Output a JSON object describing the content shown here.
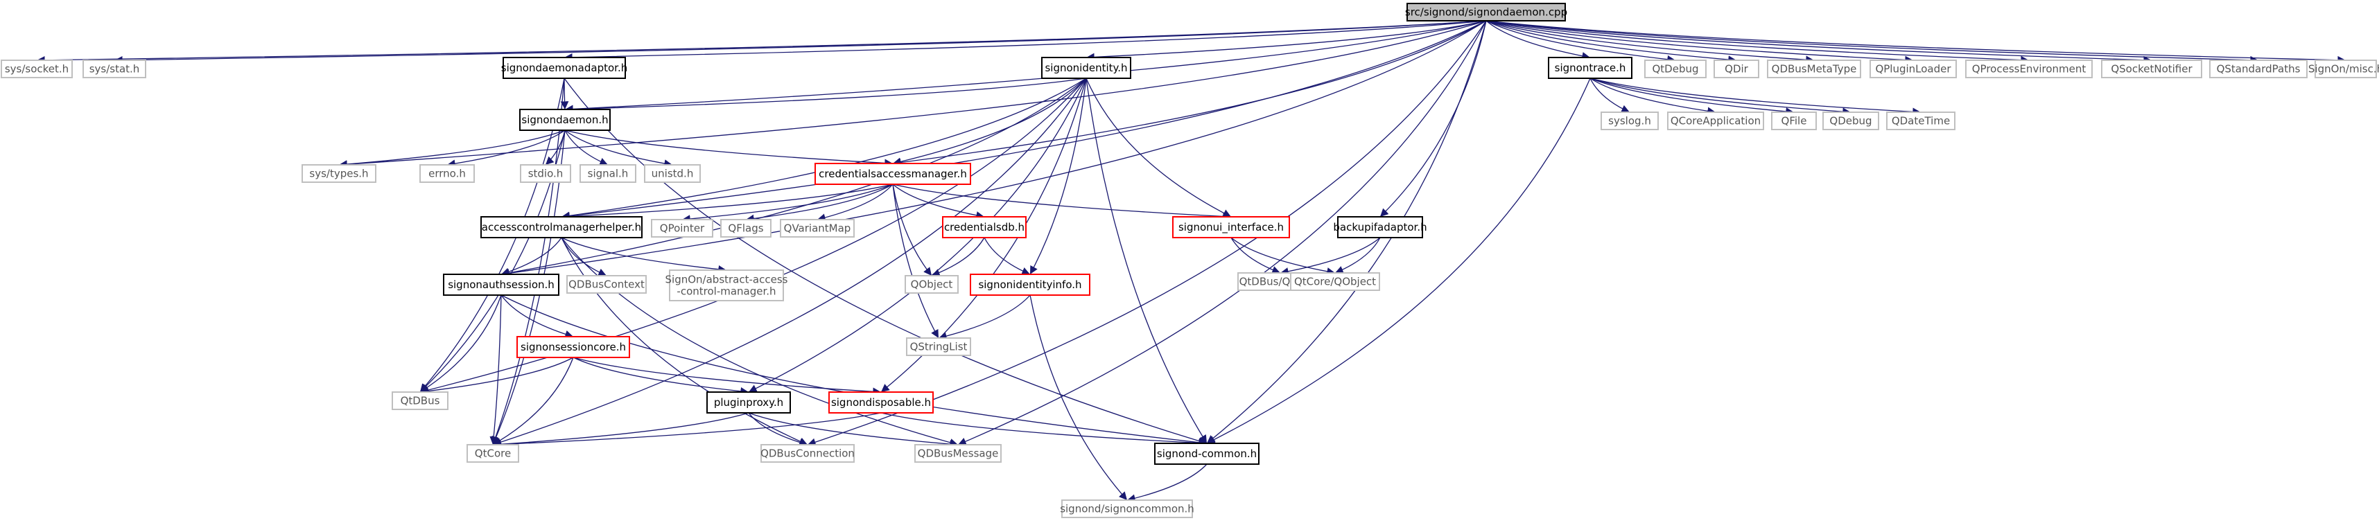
{
  "colors": {
    "edge": "#191970",
    "root_fill": "#bfbfbf",
    "local_border": "#000000",
    "external_border": "#bfbfbf",
    "incomplete_border": "#ff0000"
  },
  "nodes": [
    {
      "id": "root",
      "label": "src/signond/signondaemon.cpp",
      "kind": "root"
    },
    {
      "id": "sys_socket",
      "label": "sys/socket.h",
      "kind": "ext"
    },
    {
      "id": "sys_stat",
      "label": "sys/stat.h",
      "kind": "ext"
    },
    {
      "id": "daemonadaptor",
      "label": "signondaemonadaptor.h",
      "kind": "local"
    },
    {
      "id": "identity",
      "label": "signonidentity.h",
      "kind": "local"
    },
    {
      "id": "trace",
      "label": "signontrace.h",
      "kind": "local"
    },
    {
      "id": "qtdebug",
      "label": "QtDebug",
      "kind": "ext"
    },
    {
      "id": "qdir",
      "label": "QDir",
      "kind": "ext"
    },
    {
      "id": "qdbusmetatype",
      "label": "QDBusMetaType",
      "kind": "ext"
    },
    {
      "id": "qpluginloader",
      "label": "QPluginLoader",
      "kind": "ext"
    },
    {
      "id": "qprocenv",
      "label": "QProcessEnvironment",
      "kind": "ext"
    },
    {
      "id": "qsocketnotifier",
      "label": "QSocketNotifier",
      "kind": "ext"
    },
    {
      "id": "qstandardpaths",
      "label": "QStandardPaths",
      "kind": "ext"
    },
    {
      "id": "signonmisc",
      "label": "SignOn/misc.h",
      "kind": "ext"
    },
    {
      "id": "daemon",
      "label": "signondaemon.h",
      "kind": "local"
    },
    {
      "id": "syslog",
      "label": "syslog.h",
      "kind": "ext"
    },
    {
      "id": "qcoreapp",
      "label": "QCoreApplication",
      "kind": "ext"
    },
    {
      "id": "qfile",
      "label": "QFile",
      "kind": "ext"
    },
    {
      "id": "qdebug",
      "label": "QDebug",
      "kind": "ext"
    },
    {
      "id": "qdatetime",
      "label": "QDateTime",
      "kind": "ext"
    },
    {
      "id": "sys_types",
      "label": "sys/types.h",
      "kind": "ext"
    },
    {
      "id": "errno",
      "label": "errno.h",
      "kind": "ext"
    },
    {
      "id": "stdio",
      "label": "stdio.h",
      "kind": "ext"
    },
    {
      "id": "signal",
      "label": "signal.h",
      "kind": "ext"
    },
    {
      "id": "unistd",
      "label": "unistd.h",
      "kind": "ext"
    },
    {
      "id": "credmgr",
      "label": "credentialsaccessmanager.h",
      "kind": "red"
    },
    {
      "id": "acm",
      "label": "accesscontrolmanagerhelper.h",
      "kind": "local"
    },
    {
      "id": "qpointer",
      "label": "QPointer",
      "kind": "ext"
    },
    {
      "id": "qflags",
      "label": "QFlags",
      "kind": "ext"
    },
    {
      "id": "qvariantmap",
      "label": "QVariantMap",
      "kind": "ext"
    },
    {
      "id": "creddb",
      "label": "credentialsdb.h",
      "kind": "red"
    },
    {
      "id": "ui_iface",
      "label": "signonui_interface.h",
      "kind": "red"
    },
    {
      "id": "backup",
      "label": "backupifadaptor.h",
      "kind": "local"
    },
    {
      "id": "qdbus_qdbus",
      "label": "QtDBus/QtDBus",
      "kind": "ext"
    },
    {
      "id": "qtcore_qobject",
      "label": "QtCore/QObject",
      "kind": "ext"
    },
    {
      "id": "authsession",
      "label": "signonauthsession.h",
      "kind": "local"
    },
    {
      "id": "qdbuscontext",
      "label": "QDBusContext",
      "kind": "ext"
    },
    {
      "id": "abstract_acm",
      "label": "SignOn/abstract-access-control-manager.h",
      "lines": [
        "SignOn/abstract-access",
        "-control-manager.h"
      ],
      "kind": "ext"
    },
    {
      "id": "qobject",
      "label": "QObject",
      "kind": "ext"
    },
    {
      "id": "identityinfo",
      "label": "signonidentityinfo.h",
      "kind": "red"
    },
    {
      "id": "qstringlist",
      "label": "QStringList",
      "kind": "ext"
    },
    {
      "id": "sessioncore",
      "label": "signonsessioncore.h",
      "kind": "red"
    },
    {
      "id": "qtdbus",
      "label": "QtDBus",
      "kind": "ext"
    },
    {
      "id": "pluginproxy",
      "label": "pluginproxy.h",
      "kind": "local"
    },
    {
      "id": "disposable",
      "label": "signondisposable.h",
      "kind": "red"
    },
    {
      "id": "qtcore",
      "label": "QtCore",
      "kind": "ext"
    },
    {
      "id": "qdbusconnection",
      "label": "QDBusConnection",
      "kind": "ext"
    },
    {
      "id": "qdbusmessage",
      "label": "QDBusMessage",
      "kind": "ext"
    },
    {
      "id": "common",
      "label": "signond-common.h",
      "kind": "local"
    },
    {
      "id": "signoncommon",
      "label": "signond/signoncommon.h",
      "kind": "ext"
    }
  ],
  "edges": [
    [
      "root",
      "sys_socket"
    ],
    [
      "root",
      "sys_stat"
    ],
    [
      "root",
      "daemonadaptor"
    ],
    [
      "root",
      "identity"
    ],
    [
      "root",
      "trace"
    ],
    [
      "root",
      "qtdebug"
    ],
    [
      "root",
      "qdir"
    ],
    [
      "root",
      "qdbusmetatype"
    ],
    [
      "root",
      "qpluginloader"
    ],
    [
      "root",
      "qprocenv"
    ],
    [
      "root",
      "qsocketnotifier"
    ],
    [
      "root",
      "qstandardpaths"
    ],
    [
      "root",
      "signonmisc"
    ],
    [
      "root",
      "daemon"
    ],
    [
      "root",
      "sys_types"
    ],
    [
      "root",
      "backup"
    ],
    [
      "root",
      "acm"
    ],
    [
      "root",
      "credmgr"
    ],
    [
      "root",
      "authsession"
    ],
    [
      "root",
      "common"
    ],
    [
      "root",
      "qdbusconnection"
    ],
    [
      "root",
      "qdbusmessage"
    ],
    [
      "daemonadaptor",
      "daemon"
    ],
    [
      "daemonadaptor",
      "qtdbus"
    ],
    [
      "daemonadaptor",
      "qtcore"
    ],
    [
      "daemonadaptor",
      "common"
    ],
    [
      "identity",
      "daemon"
    ],
    [
      "identity",
      "credmgr"
    ],
    [
      "identity",
      "ui_iface"
    ],
    [
      "identity",
      "identityinfo"
    ],
    [
      "identity",
      "disposable"
    ],
    [
      "identity",
      "pluginproxy"
    ],
    [
      "identity",
      "authsession"
    ],
    [
      "identity",
      "acm"
    ],
    [
      "identity",
      "common"
    ],
    [
      "identity",
      "qtdbus"
    ],
    [
      "identity",
      "qtcore"
    ],
    [
      "trace",
      "syslog"
    ],
    [
      "trace",
      "qcoreapp"
    ],
    [
      "trace",
      "qfile"
    ],
    [
      "trace",
      "qdebug"
    ],
    [
      "trace",
      "qdatetime"
    ],
    [
      "trace",
      "common"
    ],
    [
      "daemon",
      "sys_types"
    ],
    [
      "daemon",
      "errno"
    ],
    [
      "daemon",
      "stdio"
    ],
    [
      "daemon",
      "signal"
    ],
    [
      "daemon",
      "unistd"
    ],
    [
      "daemon",
      "credmgr"
    ],
    [
      "daemon",
      "qtdbus"
    ],
    [
      "daemon",
      "qtcore"
    ],
    [
      "credmgr",
      "acm"
    ],
    [
      "credmgr",
      "qpointer"
    ],
    [
      "credmgr",
      "qflags"
    ],
    [
      "credmgr",
      "qvariantmap"
    ],
    [
      "credmgr",
      "creddb"
    ],
    [
      "credmgr",
      "ui_iface"
    ],
    [
      "credmgr",
      "qobject"
    ],
    [
      "credmgr",
      "qstringlist"
    ],
    [
      "acm",
      "authsession"
    ],
    [
      "acm",
      "qdbuscontext"
    ],
    [
      "acm",
      "abstract_acm"
    ],
    [
      "acm",
      "qdbusconnection"
    ],
    [
      "acm",
      "qdbusmessage"
    ],
    [
      "creddb",
      "qobject"
    ],
    [
      "creddb",
      "identityinfo"
    ],
    [
      "ui_iface",
      "qdbus_qdbus"
    ],
    [
      "ui_iface",
      "qtcore_qobject"
    ],
    [
      "backup",
      "qdbus_qdbus"
    ],
    [
      "backup",
      "qtcore_qobject"
    ],
    [
      "identityinfo",
      "qstringlist"
    ],
    [
      "identityinfo",
      "signoncommon"
    ],
    [
      "authsession",
      "sessioncore"
    ],
    [
      "authsession",
      "qtdbus"
    ],
    [
      "authsession",
      "qtcore"
    ],
    [
      "authsession",
      "common"
    ],
    [
      "sessioncore",
      "pluginproxy"
    ],
    [
      "sessioncore",
      "disposable"
    ],
    [
      "sessioncore",
      "qtdbus"
    ],
    [
      "sessioncore",
      "qtcore"
    ],
    [
      "pluginproxy",
      "qtcore"
    ],
    [
      "pluginproxy",
      "qdbusconnection"
    ],
    [
      "pluginproxy",
      "qdbusmessage"
    ],
    [
      "disposable",
      "qtcore"
    ],
    [
      "disposable",
      "common"
    ],
    [
      "common",
      "signoncommon"
    ]
  ]
}
